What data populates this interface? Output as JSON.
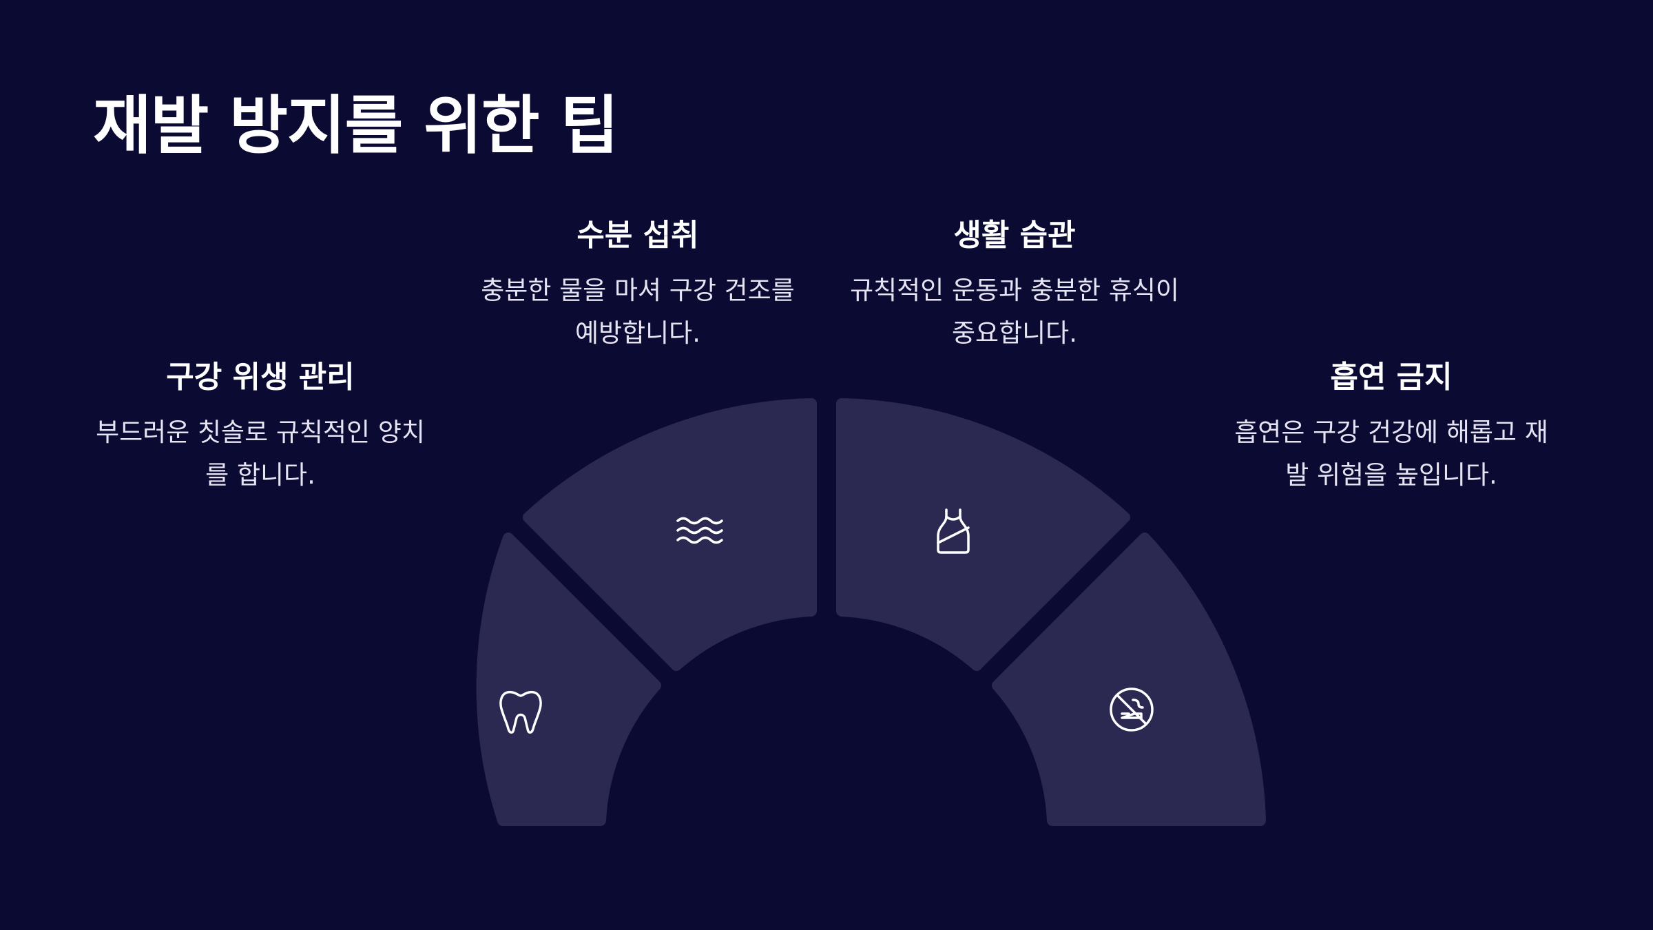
{
  "title": "재발 방지를 위한 팁",
  "tips": [
    {
      "title": "구강 위생 관리",
      "description_lines": [
        "부드러운 칫솔로 규칙적인 양치",
        "를 합니다."
      ],
      "icon": "tooth-icon"
    },
    {
      "title": "수분 섭취",
      "description_lines": [
        "충분한 물을 마셔 구강 건조를",
        "예방합니다."
      ],
      "icon": "water-waves-icon"
    },
    {
      "title": "생활 습관",
      "description_lines": [
        "규칙적인 운동과 충분한 휴식이",
        "중요합니다."
      ],
      "icon": "tank-top-icon"
    },
    {
      "title": "흡연 금지",
      "description_lines": [
        "흡연은 구강 건강에 해롭고 재",
        "발 위험을 높입니다."
      ],
      "icon": "no-smoking-icon"
    }
  ],
  "colors": {
    "background": "#0b0a33",
    "segment": "#2b2952",
    "text": "#ffffff"
  }
}
